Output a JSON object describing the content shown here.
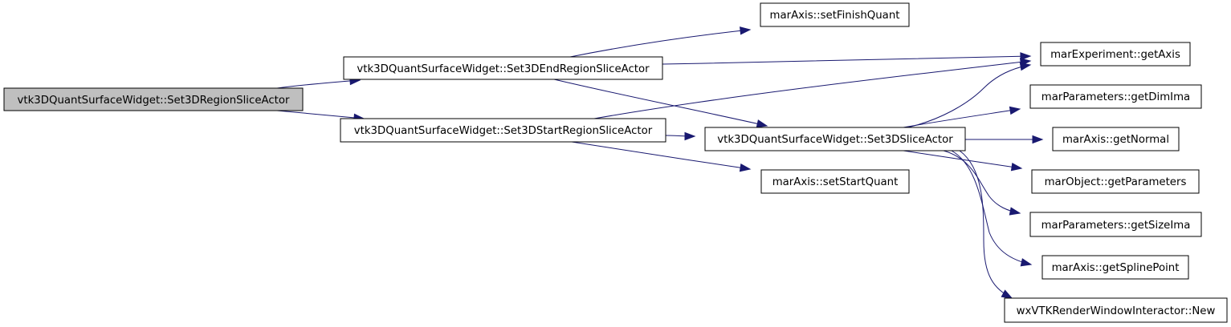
{
  "diagram": {
    "type": "call-graph",
    "colors": {
      "root_fill": "#bfbfbf",
      "node_fill": "#ffffff",
      "node_stroke": "#000000",
      "edge": "#191970"
    },
    "nodes": {
      "root": {
        "label": "vtk3DQuantSurfaceWidget::Set3DRegionSliceActor",
        "root": true
      },
      "end_region": {
        "label": "vtk3DQuantSurfaceWidget::Set3DEndRegionSliceActor"
      },
      "start_region": {
        "label": "vtk3DQuantSurfaceWidget::Set3DStartRegionSliceActor"
      },
      "slice_actor": {
        "label": "vtk3DQuantSurfaceWidget::Set3DSliceActor"
      },
      "set_finish_quant": {
        "label": "marAxis::setFinishQuant"
      },
      "set_start_quant": {
        "label": "marAxis::setStartQuant"
      },
      "get_axis": {
        "label": "marExperiment::getAxis"
      },
      "get_dim_ima": {
        "label": "marParameters::getDimIma"
      },
      "get_normal": {
        "label": "marAxis::getNormal"
      },
      "get_parameters": {
        "label": "marObject::getParameters"
      },
      "get_size_ima": {
        "label": "marParameters::getSizeIma"
      },
      "get_spline_point": {
        "label": "marAxis::getSplinePoint"
      },
      "wx_new": {
        "label": "wxVTKRenderWindowInteractor::New"
      }
    },
    "edges": [
      {
        "from": "root",
        "to": "end_region"
      },
      {
        "from": "root",
        "to": "start_region"
      },
      {
        "from": "end_region",
        "to": "set_finish_quant"
      },
      {
        "from": "end_region",
        "to": "get_axis"
      },
      {
        "from": "end_region",
        "to": "slice_actor"
      },
      {
        "from": "start_region",
        "to": "get_axis"
      },
      {
        "from": "start_region",
        "to": "slice_actor"
      },
      {
        "from": "start_region",
        "to": "set_start_quant"
      },
      {
        "from": "slice_actor",
        "to": "get_axis"
      },
      {
        "from": "slice_actor",
        "to": "get_dim_ima"
      },
      {
        "from": "slice_actor",
        "to": "get_normal"
      },
      {
        "from": "slice_actor",
        "to": "get_parameters"
      },
      {
        "from": "slice_actor",
        "to": "get_size_ima"
      },
      {
        "from": "slice_actor",
        "to": "get_spline_point"
      },
      {
        "from": "slice_actor",
        "to": "wx_new"
      }
    ]
  }
}
